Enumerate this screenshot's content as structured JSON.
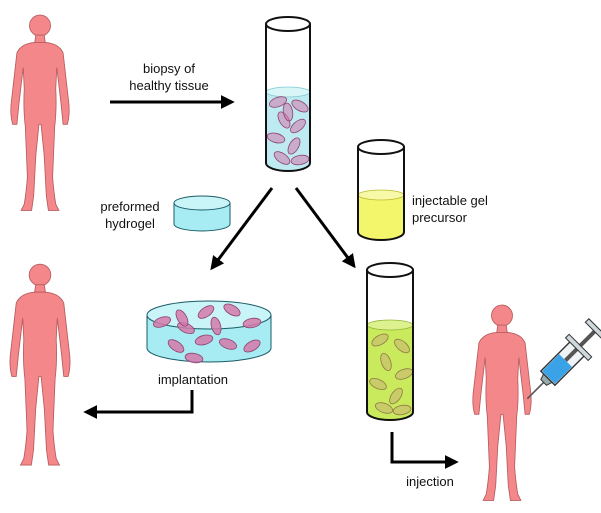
{
  "labels": {
    "biopsy": [
      "biopsy of",
      "healthy tissue"
    ],
    "preformed": [
      "preformed",
      "hydrogel"
    ],
    "injectable": [
      "injectable gel",
      "precursor"
    ],
    "implantation": "implantation",
    "injection": "injection"
  },
  "colors": {
    "body": "#f3878a",
    "body_outline": "#b65c5f",
    "cell": "#d479a9",
    "cell_outline": "#8f4470",
    "cell_medium": "#bdebf1",
    "gel_precursor": "#f3f56a",
    "gel_mixed": "#c9ea5c",
    "preformed_gel": "#a7ecf2",
    "syringe_fluid": "#3aa3e8",
    "arrow": "#000000"
  }
}
